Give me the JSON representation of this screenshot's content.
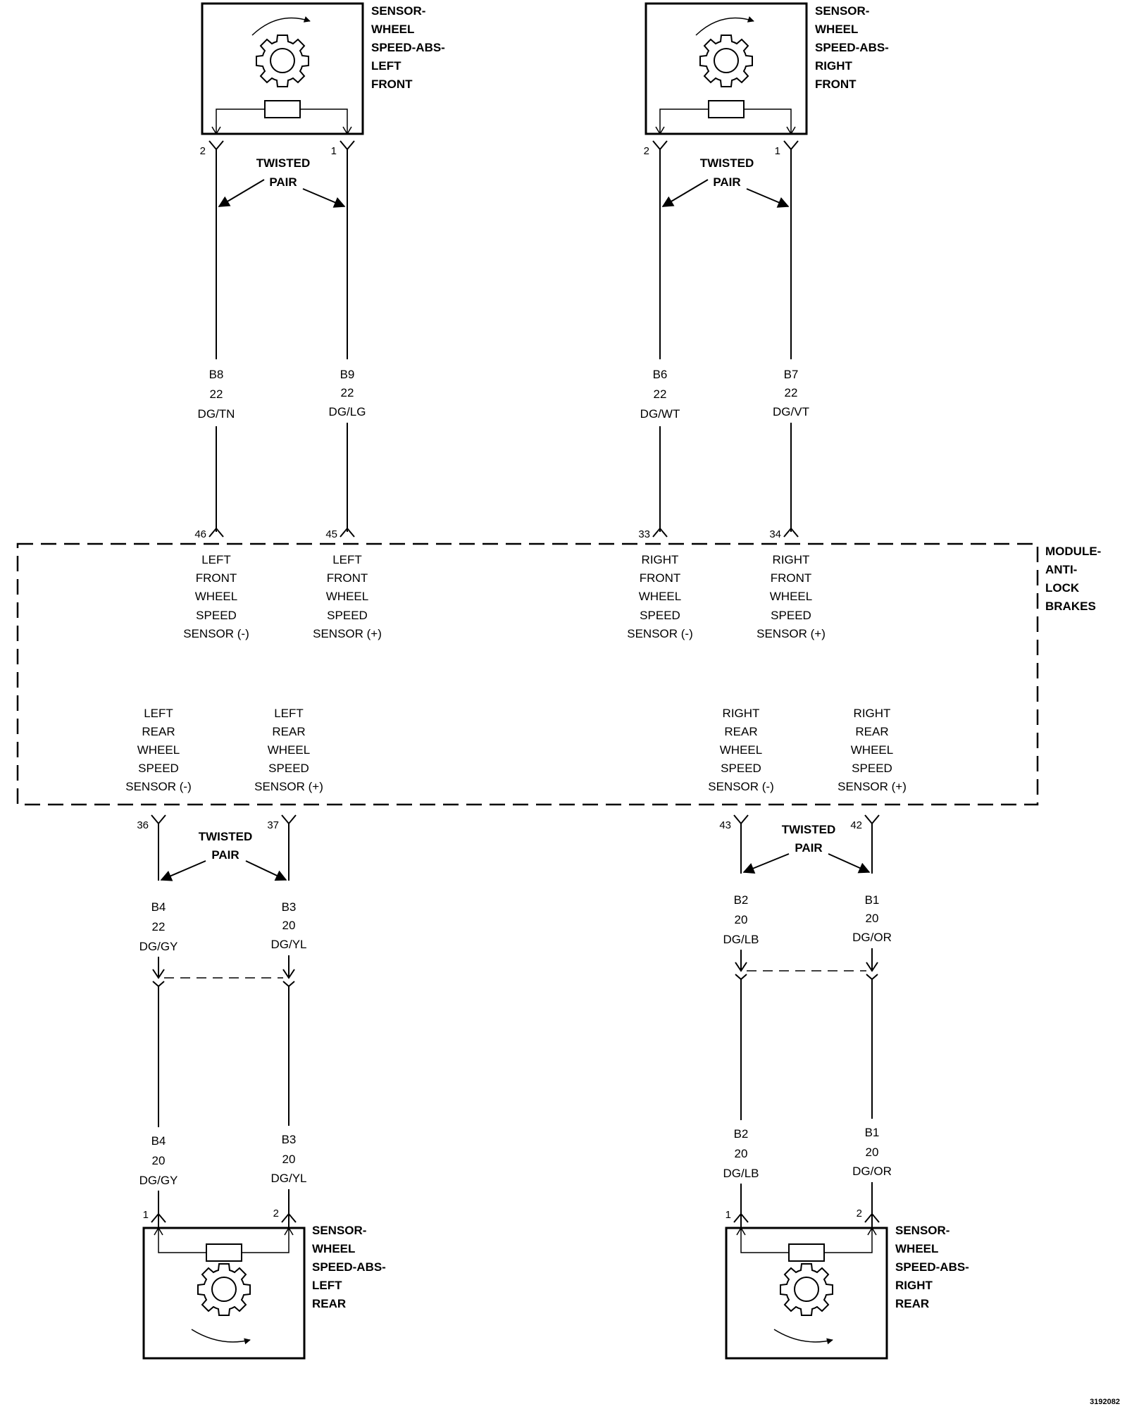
{
  "sensors": {
    "left_front": {
      "lines": [
        "SENSOR-",
        "WHEEL",
        "SPEED-ABS-",
        "LEFT",
        "FRONT"
      ],
      "pin_a": "2",
      "pin_b": "1"
    },
    "right_front": {
      "lines": [
        "SENSOR-",
        "WHEEL",
        "SPEED-ABS-",
        "RIGHT",
        "FRONT"
      ],
      "pin_a": "2",
      "pin_b": "1"
    },
    "left_rear": {
      "lines": [
        "SENSOR-",
        "WHEEL",
        "SPEED-ABS-",
        "LEFT",
        "REAR"
      ],
      "pin_a": "1",
      "pin_b": "2"
    },
    "right_rear": {
      "lines": [
        "SENSOR-",
        "WHEEL",
        "SPEED-ABS-",
        "RIGHT",
        "REAR"
      ],
      "pin_a": "1",
      "pin_b": "2"
    }
  },
  "twisted_pair": [
    "TWISTED",
    "PAIR"
  ],
  "module": {
    "lines": [
      "MODULE-",
      "ANTI-",
      "LOCK",
      "BRAKES"
    ]
  },
  "module_pins": {
    "lf_neg": {
      "pin": "46",
      "lines": [
        "LEFT",
        "FRONT",
        "WHEEL",
        "SPEED",
        "SENSOR (-)"
      ]
    },
    "lf_pos": {
      "pin": "45",
      "lines": [
        "LEFT",
        "FRONT",
        "WHEEL",
        "SPEED",
        "SENSOR (+)"
      ]
    },
    "rf_neg": {
      "pin": "33",
      "lines": [
        "RIGHT",
        "FRONT",
        "WHEEL",
        "SPEED",
        "SENSOR (-)"
      ]
    },
    "rf_pos": {
      "pin": "34",
      "lines": [
        "RIGHT",
        "FRONT",
        "WHEEL",
        "SPEED",
        "SENSOR (+)"
      ]
    },
    "lr_neg": {
      "pin": "36",
      "lines": [
        "LEFT",
        "REAR",
        "WHEEL",
        "SPEED",
        "SENSOR (-)"
      ]
    },
    "lr_pos": {
      "pin": "37",
      "lines": [
        "LEFT",
        "REAR",
        "WHEEL",
        "SPEED",
        "SENSOR (+)"
      ]
    },
    "rr_neg": {
      "pin": "43",
      "lines": [
        "RIGHT",
        "REAR",
        "WHEEL",
        "SPEED",
        "SENSOR (-)"
      ]
    },
    "rr_pos": {
      "pin": "42",
      "lines": [
        "RIGHT",
        "REAR",
        "WHEEL",
        "SPEED",
        "SENSOR (+)"
      ]
    }
  },
  "wires": {
    "b8": [
      "B8",
      "22",
      "DG/TN"
    ],
    "b9": [
      "B9",
      "22",
      "DG/LG"
    ],
    "b6": [
      "B6",
      "22",
      "DG/WT"
    ],
    "b7": [
      "B7",
      "22",
      "DG/VT"
    ],
    "b4_upper": [
      "B4",
      "22",
      "DG/GY"
    ],
    "b3_upper": [
      "B3",
      "20",
      "DG/YL"
    ],
    "b2_upper": [
      "B2",
      "20",
      "DG/LB"
    ],
    "b1_upper": [
      "B1",
      "20",
      "DG/OR"
    ],
    "b4_lower": [
      "B4",
      "20",
      "DG/GY"
    ],
    "b3_lower": [
      "B3",
      "20",
      "DG/YL"
    ],
    "b2_lower": [
      "B2",
      "20",
      "DG/LB"
    ],
    "b1_lower": [
      "B1",
      "20",
      "DG/OR"
    ]
  },
  "figure_id": "3192082"
}
